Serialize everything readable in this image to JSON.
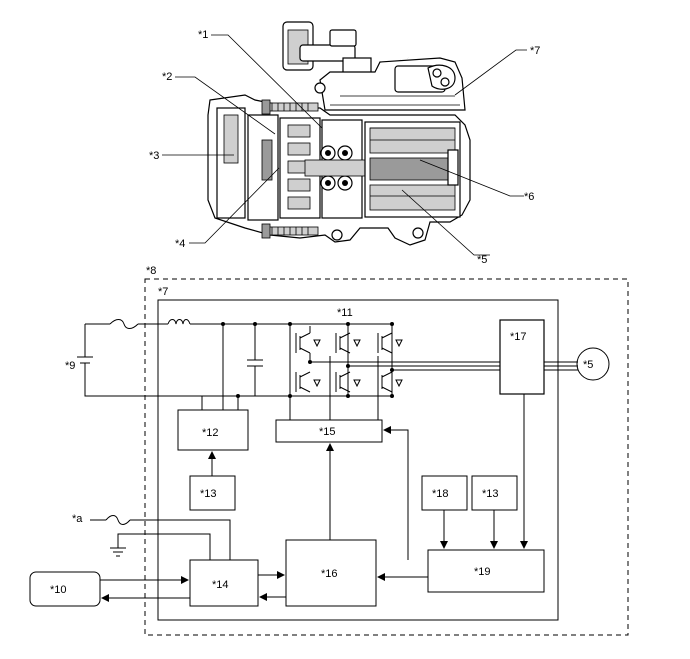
{
  "callouts": {
    "c1": "*1",
    "c2": "*2",
    "c3": "*3",
    "c4": "*4",
    "c5_top": "*5",
    "c6": "*6",
    "c7_top": "*7",
    "c8": "*8",
    "c7_box": "*7",
    "c9": "*9",
    "c11": "*11",
    "c5_motor": "*5",
    "ca": "*a"
  },
  "blocks": {
    "b10": "*10",
    "b12": "*12",
    "b13_left": "*13",
    "b14": "*14",
    "b15": "*15",
    "b16": "*16",
    "b17": "*17",
    "b18": "*18",
    "b13_right": "*13",
    "b19": "*19"
  }
}
